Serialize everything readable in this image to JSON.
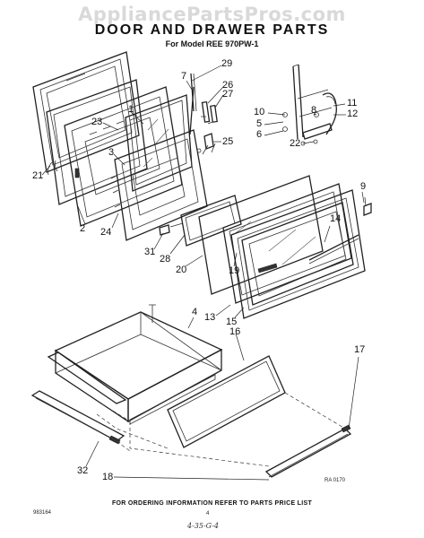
{
  "watermark": "AppliancePartsPros.com",
  "title": "DOOR AND DRAWER PARTS",
  "subtitle": "For Model REE 970PW-1",
  "footer": "FOR ORDERING INFORMATION REFER TO PARTS PRICE LIST",
  "ref_code": "RA 0170",
  "doc_code": "983164",
  "page_number": "4",
  "handwritten_note": "4-35-G-4",
  "callouts": [
    {
      "id": "c29",
      "label": "29"
    },
    {
      "id": "c7",
      "label": "7"
    },
    {
      "id": "c26",
      "label": "26"
    },
    {
      "id": "c27",
      "label": "27"
    },
    {
      "id": "c23",
      "label": "23"
    },
    {
      "id": "c1",
      "label": "1"
    },
    {
      "id": "c25",
      "label": "25"
    },
    {
      "id": "c3",
      "label": "3"
    },
    {
      "id": "c21",
      "label": "21"
    },
    {
      "id": "c2",
      "label": "2"
    },
    {
      "id": "c24",
      "label": "24"
    },
    {
      "id": "c31",
      "label": "31"
    },
    {
      "id": "c28",
      "label": "28"
    },
    {
      "id": "c20",
      "label": "20"
    },
    {
      "id": "c19",
      "label": "19"
    },
    {
      "id": "c13",
      "label": "13"
    },
    {
      "id": "c15",
      "label": "15"
    },
    {
      "id": "c14",
      "label": "14"
    },
    {
      "id": "c9",
      "label": "9"
    },
    {
      "id": "c10",
      "label": "10"
    },
    {
      "id": "c5",
      "label": "5"
    },
    {
      "id": "c6",
      "label": "6"
    },
    {
      "id": "c8",
      "label": "8"
    },
    {
      "id": "c11",
      "label": "11"
    },
    {
      "id": "c12",
      "label": "12"
    },
    {
      "id": "c22",
      "label": "22"
    },
    {
      "id": "c4",
      "label": "4"
    },
    {
      "id": "c16",
      "label": "16"
    },
    {
      "id": "c17",
      "label": "17"
    },
    {
      "id": "c32",
      "label": "32"
    },
    {
      "id": "c18",
      "label": "18"
    }
  ]
}
